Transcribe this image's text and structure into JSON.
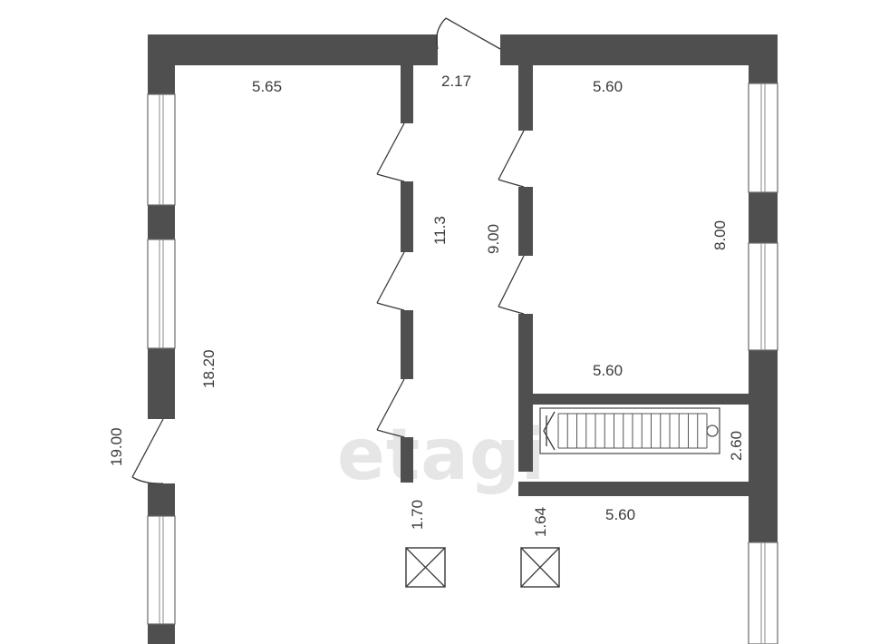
{
  "watermark": "etagi",
  "dimensions": {
    "left_room_width": "5.65",
    "left_room_height": "18.20",
    "left_room_door": "19.00",
    "entrance_width": "2.17",
    "corridor_left": "11.3",
    "corridor_right": "9.00",
    "right_room_top_width": "5.60",
    "right_room_height": "8.00",
    "right_room_bottom_width": "5.60",
    "stair_height": "2.60",
    "lower_right_width": "5.60",
    "column_left": "1.70",
    "column_right": "1.64"
  },
  "icons": {
    "door": "door-swing-icon",
    "window": "window-icon",
    "stairs": "staircase-icon",
    "column": "column-x-icon"
  }
}
